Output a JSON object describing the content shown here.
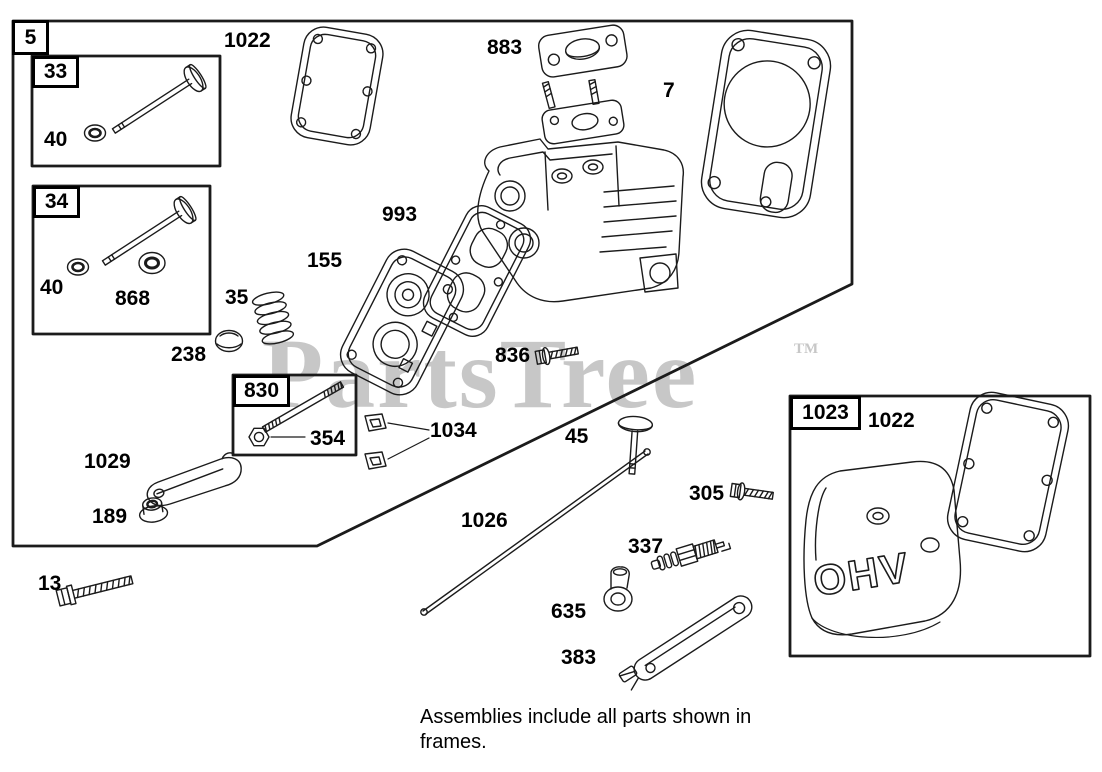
{
  "frames": {
    "main": "5",
    "valve_33": "33",
    "valve_34": "34",
    "stud_830": "830",
    "cover_1023": "1023"
  },
  "parts": {
    "gasket_top": "1022",
    "spacer": "883",
    "head_gasket": "7",
    "gasket_993": "993",
    "plate_155": "155",
    "spring_35": "35",
    "cap_238": "238",
    "seal_40_a": "40",
    "seal_40_b": "40",
    "seat_868": "868",
    "screw_836": "836",
    "nut_354": "354",
    "clip_1034": "1034",
    "valve_45": "45",
    "bracket_1029": "1029",
    "nut_189": "189",
    "bolt_13": "13",
    "pushrod_1026": "1026",
    "screw_305": "305",
    "spark_plug_337": "337",
    "breather_635": "635",
    "guard_383": "383",
    "gasket_right": "1022",
    "cover_text": "OHV"
  },
  "watermark": {
    "text": "PartsTree",
    "tm": "TM"
  },
  "footer": {
    "line1": "Assemblies include all parts shown in",
    "line2": "frames."
  }
}
